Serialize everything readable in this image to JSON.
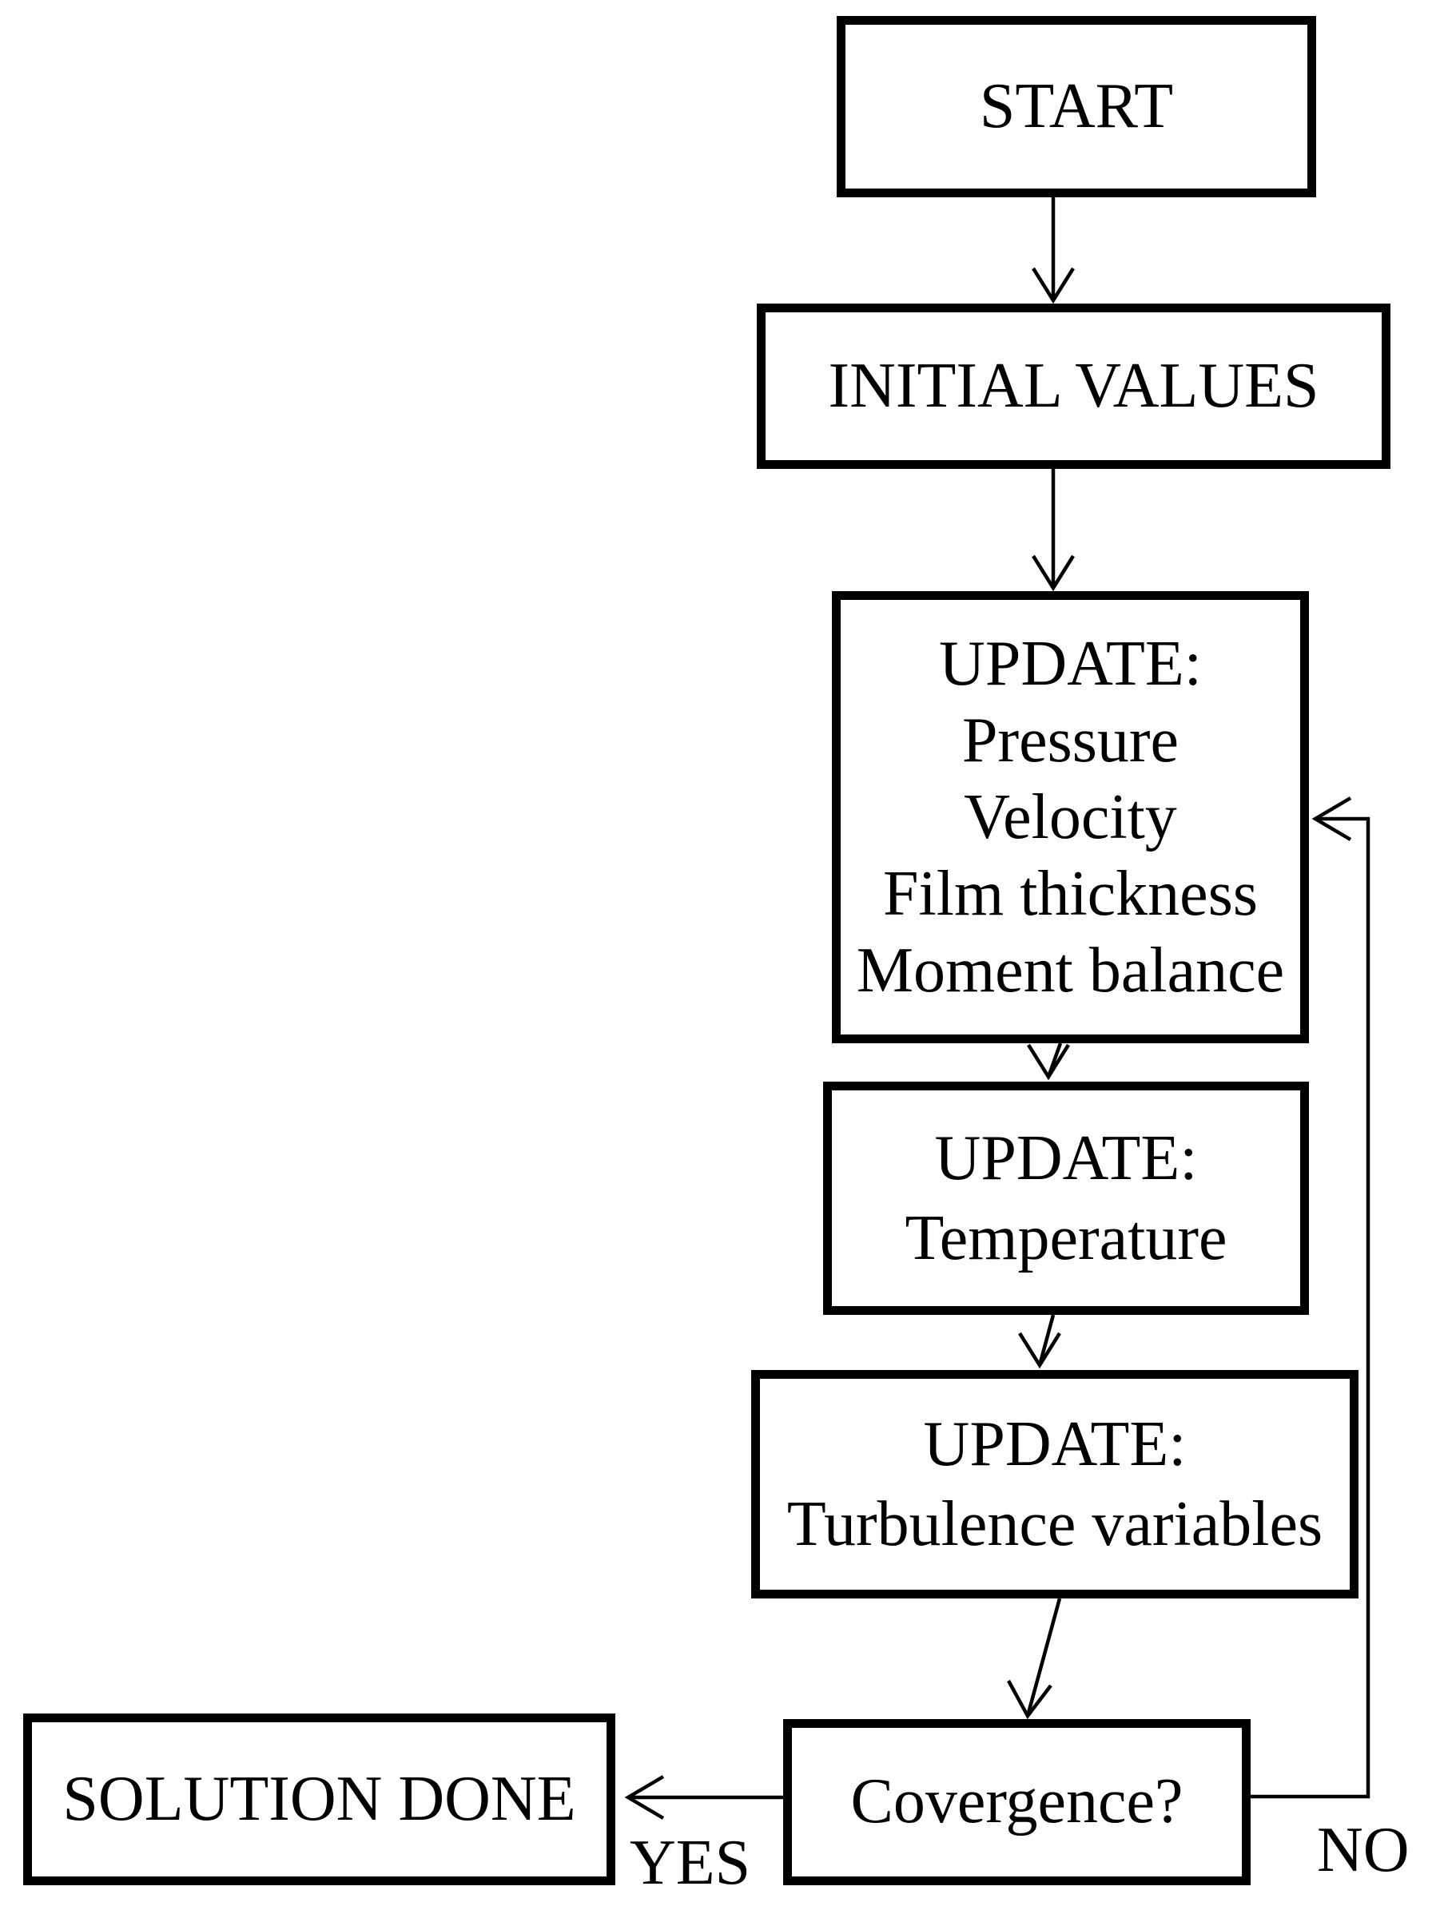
{
  "diagram": {
    "type": "flowchart",
    "background_color": "#ffffff",
    "line_color": "#000000",
    "text_color": "#000000",
    "nodes": [
      {
        "id": "start",
        "lines": [
          "START"
        ]
      },
      {
        "id": "initial-values",
        "lines": [
          "INITIAL VALUES"
        ]
      },
      {
        "id": "update-main",
        "lines": [
          "UPDATE:",
          "Pressure",
          "Velocity",
          "Film thickness",
          "Moment balance"
        ]
      },
      {
        "id": "update-temperature",
        "lines": [
          "UPDATE:",
          "Temperature"
        ]
      },
      {
        "id": "update-turbulence",
        "lines": [
          "UPDATE:",
          "Turbulence variables"
        ]
      },
      {
        "id": "convergence",
        "lines": [
          "Covergence?"
        ]
      },
      {
        "id": "solution-done",
        "lines": [
          "SOLUTION DONE"
        ]
      }
    ],
    "edges": [
      {
        "from": "start",
        "to": "initial-values",
        "label": ""
      },
      {
        "from": "initial-values",
        "to": "update-main",
        "label": ""
      },
      {
        "from": "update-main",
        "to": "update-temperature",
        "label": ""
      },
      {
        "from": "update-temperature",
        "to": "update-turbulence",
        "label": ""
      },
      {
        "from": "update-turbulence",
        "to": "convergence",
        "label": ""
      },
      {
        "from": "convergence",
        "to": "solution-done",
        "label": "YES"
      },
      {
        "from": "convergence",
        "to": "update-main",
        "label": "NO"
      }
    ]
  }
}
